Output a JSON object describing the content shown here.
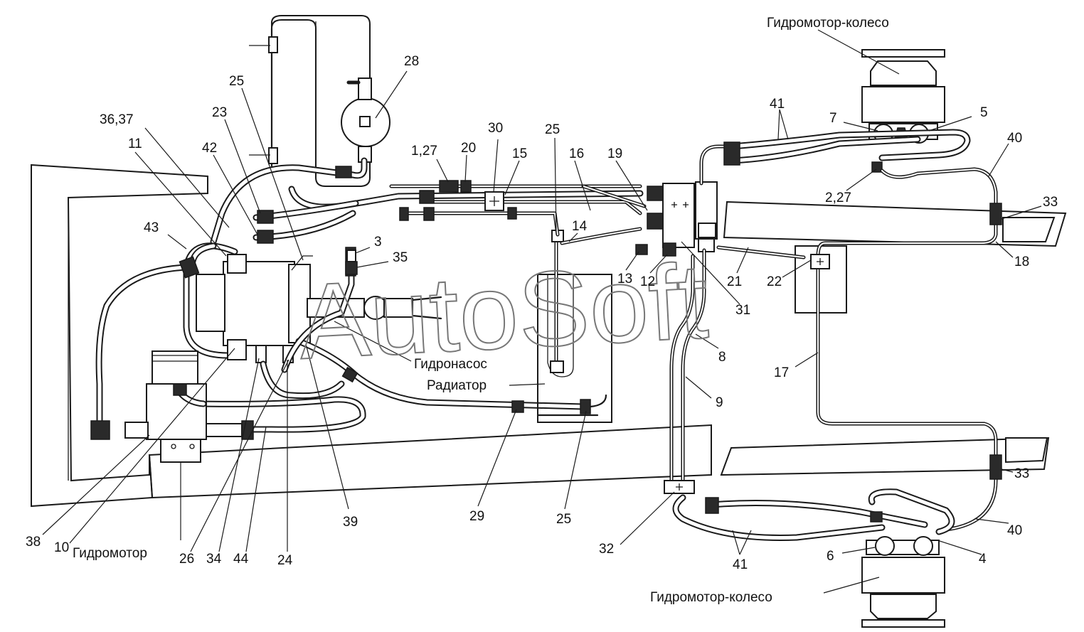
{
  "labels": {
    "l28": "28",
    "l25a": "25",
    "l23": "23",
    "l3637": "36,37",
    "l11": "11",
    "l42": "42",
    "l43": "43",
    "l3": "3",
    "l35": "35",
    "l127": "1,27",
    "l20": "20",
    "l30": "30",
    "l15": "15",
    "l25b": "25",
    "l16": "16",
    "l19": "19",
    "l14": "14",
    "l13": "13",
    "l12": "12",
    "l31": "31",
    "l41a": "41",
    "l7": "7",
    "l5": "5",
    "l40a": "40",
    "l227": "2,27",
    "l33a": "33",
    "l18": "18",
    "l21": "21",
    "l22": "22",
    "l8": "8",
    "l9": "9",
    "l17": "17",
    "l33b": "33",
    "l40b": "40",
    "l4": "4",
    "l6": "6",
    "l41b": "41",
    "l32": "32",
    "l25c": "25",
    "l29": "29",
    "l39": "39",
    "l24": "24",
    "l44": "44",
    "l34": "34",
    "l26": "26",
    "l10": "10",
    "l38": "38"
  },
  "captions": {
    "hydromotor_wheel_top": "Гидромотор-колесо",
    "hydromotor_wheel_bottom": "Гидромотор-колесо",
    "hydropump": "Гидронасос",
    "radiator": "Радиатор",
    "hydromotor": "Гидромотор"
  },
  "watermark": "AutoSoft"
}
